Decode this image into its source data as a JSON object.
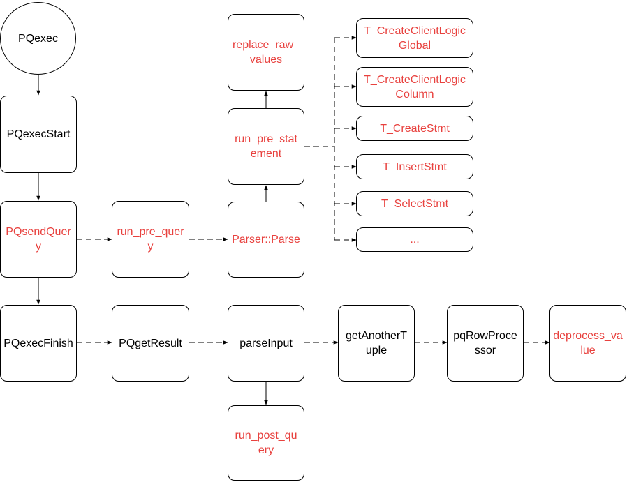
{
  "colors": {
    "stroke": "#000000",
    "highlight_text": "#e8413e",
    "normal_text": "#000000"
  },
  "nodes": {
    "pqexec": "PQexec",
    "pqexecstart": "PQexecStart",
    "pqsendquery": "PQsendQuer\ny",
    "pqexecfinish": "PQexecFinish",
    "run_pre_query": "run_pre_quer\ny",
    "pqgetresult": "PQgetResult",
    "replace_raw_values": "replace_raw_\nvalues",
    "run_pre_statement": "run_pre_stat\nement",
    "parser_parse": "Parser::Parse",
    "parseinput": "parseInput",
    "run_post_query": "run_post_qu\nery",
    "t_createclientlogic_global": "T_CreateClientLogic\nGlobal",
    "t_createclientlogic_column": "T_CreateClientLogic\nColumn",
    "t_createstmt": "T_CreateStmt",
    "t_insertstmt": "T_InsertStmt",
    "t_selectstmt": "T_SelectStmt",
    "ellipsis": "...",
    "getanothertuple": "getAnotherT\nuple",
    "pqrowprocessor": "pqRowProce\nssor",
    "deprocess_value": "deprocess_va\nlue"
  }
}
